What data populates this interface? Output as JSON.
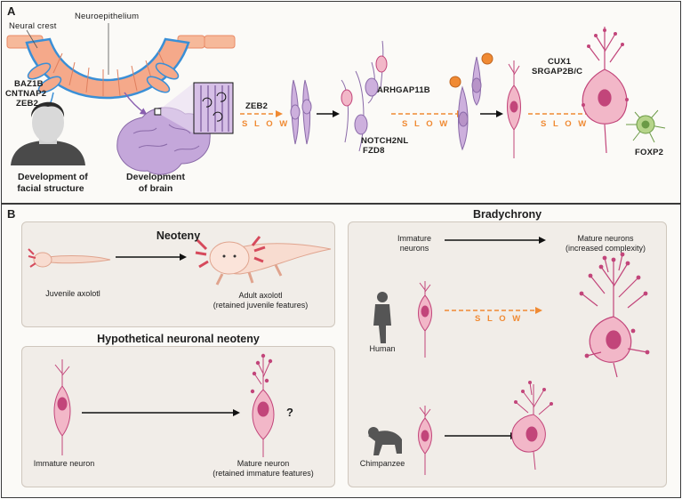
{
  "panelA": {
    "label": "A",
    "neural_crest": "Neural crest",
    "neuroepithelium": "Neuroepithelium",
    "genes_facial": [
      "BAZ1B",
      "CNTNAP2",
      "ZEB2"
    ],
    "facial_caption": [
      "Development of",
      "facial structure"
    ],
    "brain_caption": [
      "Development",
      "of brain"
    ],
    "zeb2": "ZEB2",
    "slow": "S L O W",
    "arhgap": "ARHGAP11B",
    "notch": [
      "NOTCH2NL",
      "FZD8"
    ],
    "cux": [
      "CUX1",
      "SRGAP2B/C"
    ],
    "foxp2": "FOXP2"
  },
  "panelB": {
    "label": "B",
    "neoteny": {
      "title": "Neoteny",
      "juvenile": "Juvenile axolotl",
      "adult": [
        "Adult axolotl",
        "(retained juvenile features)"
      ]
    },
    "hypothetical": {
      "title": "Hypothetical neuronal neoteny",
      "immature": "Immature neuron",
      "mature": [
        "Mature neuron",
        "(retained immature features)"
      ],
      "question": "?"
    },
    "bradychrony": {
      "title": "Bradychrony",
      "immature": [
        "Immature",
        "neurons"
      ],
      "mature": [
        "Mature neurons",
        "(increased complexity)"
      ],
      "human": "Human",
      "chimp": "Chimpanzee",
      "slow": "S L O W"
    }
  },
  "colors": {
    "orange": "#f08a33",
    "purple": "#b894c8",
    "pink": "#f2b7c8",
    "neuron_nucleus": "#c2457a",
    "blue": "#3a8fd6"
  }
}
